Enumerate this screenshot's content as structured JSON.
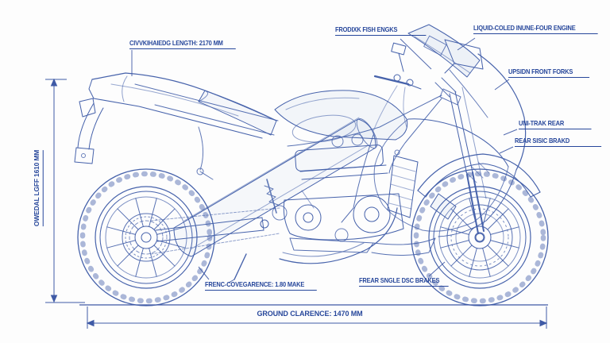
{
  "page": {
    "kind": "technical blueprint of a sport motorcycle, side view cutaway"
  },
  "colors": {
    "line": "#4662ab",
    "label": "#27479b",
    "dimension": "#3f5aa6",
    "background": "#fdfdfd"
  },
  "callouts": {
    "overall_length": "CIVVKIHAIEDG LENGTH: 2170 MM",
    "headlights": "FRODIXK FISH ENGKS",
    "engine": "LIQUID-COLED INUNE-FOUR ENGINE",
    "front_forks": "UPSIDN FRONT FORKS",
    "rear_suspension": "UNI-TRAK REAR",
    "rear_brake": "REAR SISIC BRAKD",
    "overall_height": "OWEDAL LGFF 1610 MM",
    "front_clearance": "FRENC-COVEGARENCE: 1.80 MAKE",
    "rear_disc_brakes": "FREAR SNGLE DSC BRAKES",
    "ground_clearance": "GROUND CLARENCE: 1470 MM"
  },
  "dimensions": {
    "length_mm": 2170,
    "height_mm": 1610,
    "ground_clearance_mm": 1470
  }
}
